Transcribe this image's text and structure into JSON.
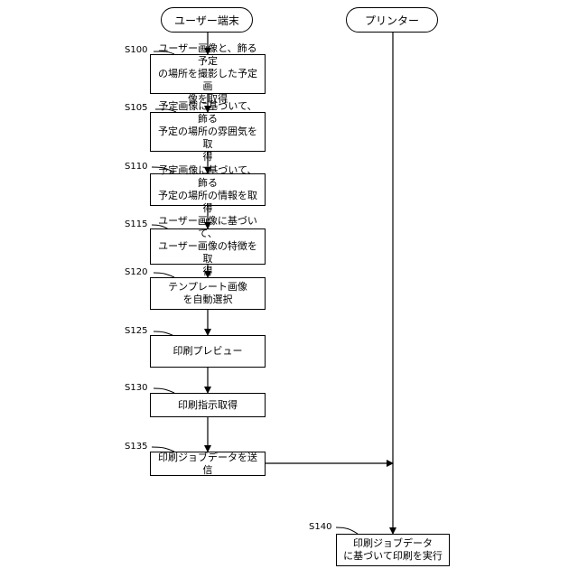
{
  "lanes": {
    "user": {
      "label": "ユーザー端末"
    },
    "printer": {
      "label": "プリンター"
    }
  },
  "steps": [
    {
      "id": "S100",
      "text": "ユーザー画像と、飾る予定\nの場所を撮影した予定画\n像を取得"
    },
    {
      "id": "S105",
      "text": "予定画像に基づいて、飾る\n予定の場所の雰囲気を取\n得"
    },
    {
      "id": "S110",
      "text": "予定画像に基づいて、飾る\n予定の場所の情報を取得"
    },
    {
      "id": "S115",
      "text": "ユーザー画像に基づいて、\nユーザー画像の特徴を取\n得"
    },
    {
      "id": "S120",
      "text": "テンプレート画像\nを自動選択"
    },
    {
      "id": "S125",
      "text": "印刷プレビュー"
    },
    {
      "id": "S130",
      "text": "印刷指示取得"
    },
    {
      "id": "S135",
      "text": "印刷ジョブデータを送信"
    },
    {
      "id": "S140",
      "text": "印刷ジョブデータ\nに基づいて印刷を実行"
    }
  ]
}
